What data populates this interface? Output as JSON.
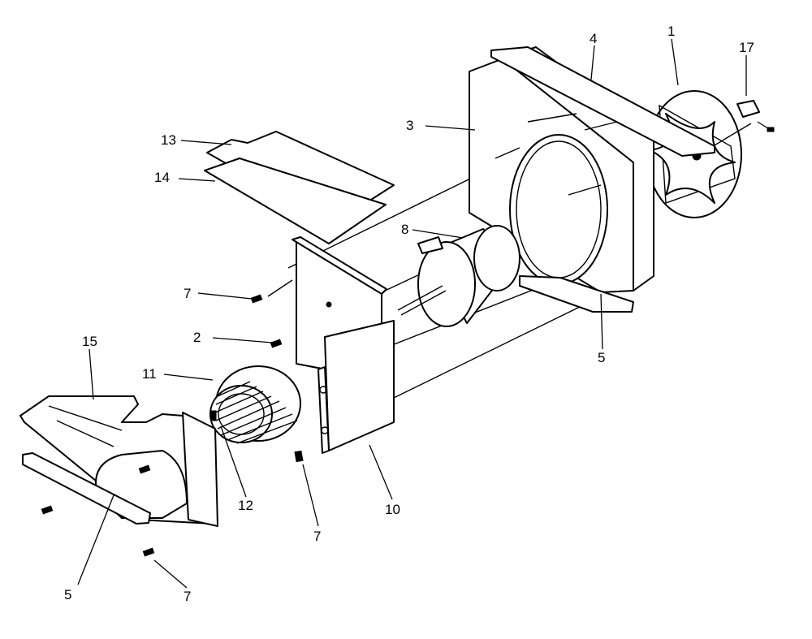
{
  "diagram": {
    "callouts": [
      {
        "key": "c1",
        "label": "1"
      },
      {
        "key": "c2",
        "label": "2"
      },
      {
        "key": "c3",
        "label": "3"
      },
      {
        "key": "c4",
        "label": "4"
      },
      {
        "key": "c5a",
        "label": "5"
      },
      {
        "key": "c5b",
        "label": "5"
      },
      {
        "key": "c7a",
        "label": "7"
      },
      {
        "key": "c7b",
        "label": "7"
      },
      {
        "key": "c7c",
        "label": "7"
      },
      {
        "key": "c8",
        "label": "8"
      },
      {
        "key": "c10",
        "label": "10"
      },
      {
        "key": "c11",
        "label": "11"
      },
      {
        "key": "c12",
        "label": "12"
      },
      {
        "key": "c13",
        "label": "13"
      },
      {
        "key": "c14",
        "label": "14"
      },
      {
        "key": "c15",
        "label": "15"
      },
      {
        "key": "c17",
        "label": "17"
      }
    ]
  }
}
